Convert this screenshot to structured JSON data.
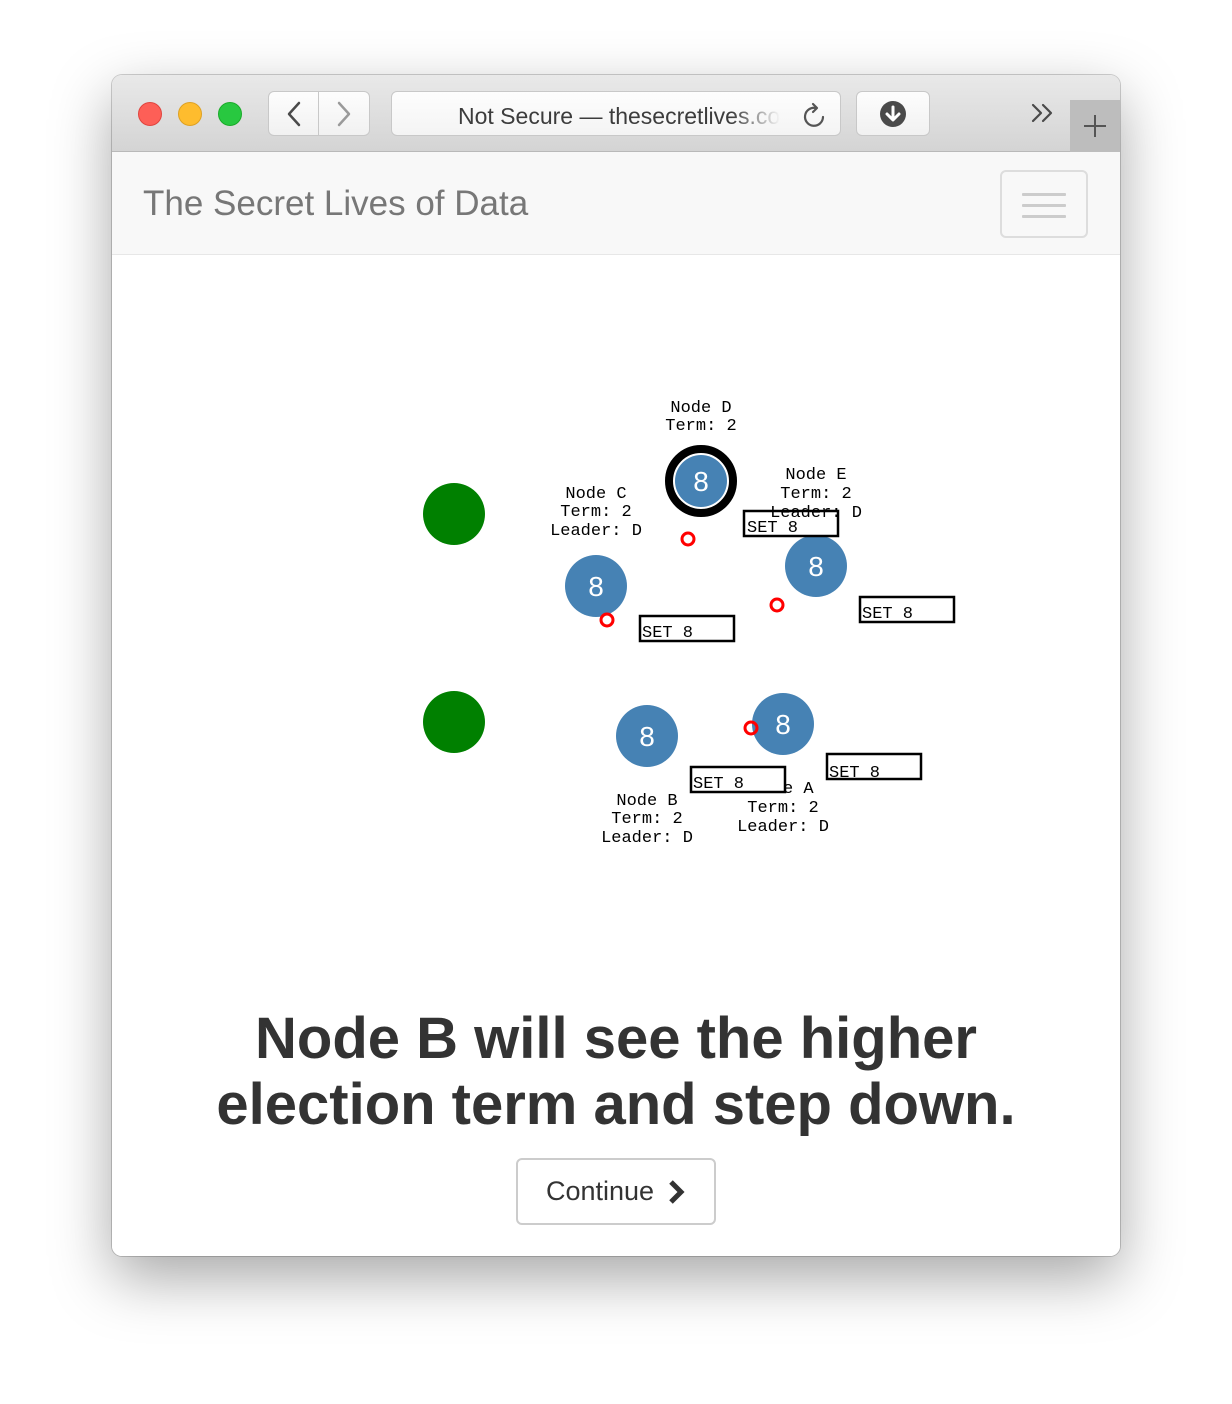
{
  "browser": {
    "address": "Not Secure — thesecretlives.com",
    "icons": [
      "back-arrow-icon",
      "forward-arrow-icon",
      "reload-icon",
      "download-icon",
      "overflow-chevrons-icon",
      "new-tab-plus-icon"
    ]
  },
  "navbar": {
    "brand": "The Secret Lives of Data"
  },
  "simulation": {
    "colors": {
      "node": "#4682b4",
      "client": "#008000",
      "message": "#ff0000",
      "leader_ring": "#000000"
    },
    "clients": 2,
    "nodes": [
      {
        "id": "D",
        "value": "8",
        "label": "Node D",
        "term": "Term: 2",
        "leader": ""
      },
      {
        "id": "C",
        "value": "8",
        "label": "Node C",
        "term": "Term: 2",
        "leader": "Leader: D"
      },
      {
        "id": "E",
        "value": "8",
        "label": "Node E",
        "term": "Term: 2",
        "leader": "Leader: D"
      },
      {
        "id": "B",
        "value": "8",
        "label": "Node B",
        "term": "Term: 2",
        "leader": "Leader: D"
      },
      {
        "id": "A",
        "value": "8",
        "label": "Node A",
        "term": "Term: 2",
        "leader": "Leader: D"
      }
    ],
    "log_entries": [
      "SET 8",
      "SET 8",
      "SET 8",
      "SET 8",
      "SET 8"
    ]
  },
  "caption": "Node B will see the higher election term and step down.",
  "continue_label": "Continue"
}
